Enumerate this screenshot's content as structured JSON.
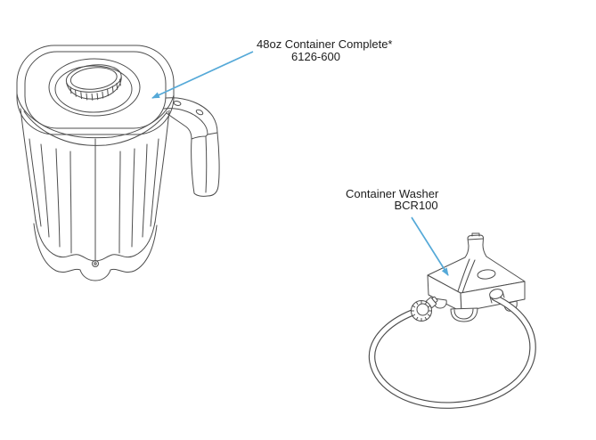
{
  "page": {
    "background_color": "#ffffff"
  },
  "colors": {
    "line_art": "#4d4d4d",
    "leader_line": "#55a9d8",
    "label_text": "#1c1c1c"
  },
  "diagram": {
    "type": "parts-callout-diagram",
    "parts": [
      {
        "label": "48oz Container Complete*",
        "part_number": "6126-600"
      },
      {
        "label": "Container Washer",
        "part_number": "BCR100"
      }
    ]
  }
}
